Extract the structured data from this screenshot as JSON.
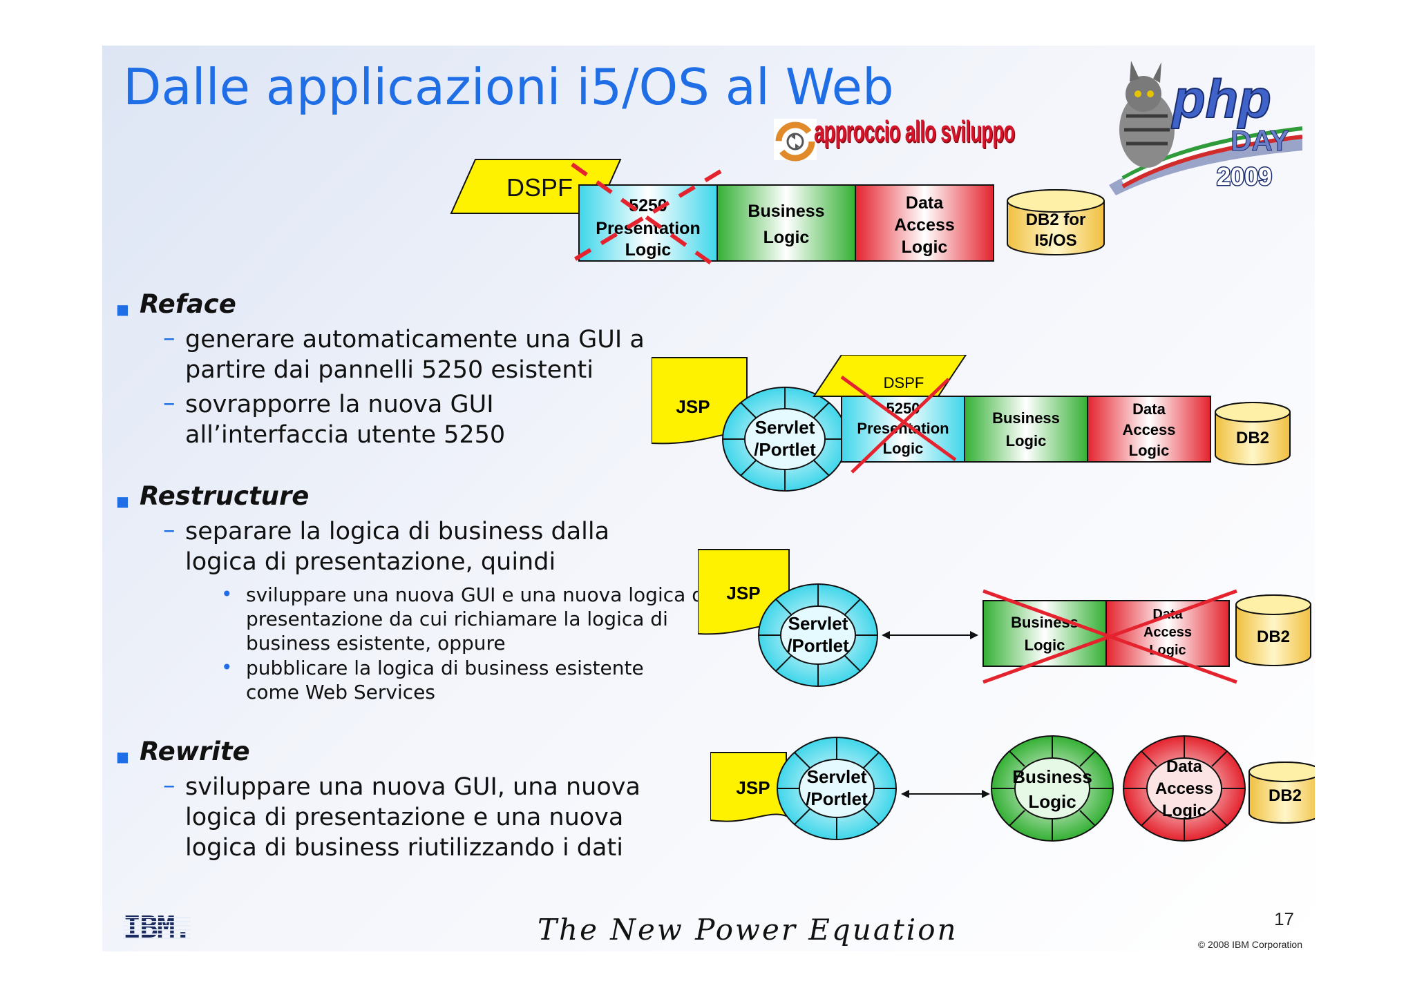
{
  "title": "Dalle applicazioni i5/OS al Web",
  "tag": "approccio allo sviluppo",
  "logo": {
    "text": "php",
    "subtext": "DAY",
    "year": "2009"
  },
  "colors": {
    "title": "#1f6ee6",
    "cyan": "#3fd6ea",
    "green": "#3cb83c",
    "red": "#e4232e",
    "yellow": "#fff200",
    "db": "#f7d66a"
  },
  "sections": [
    {
      "heading": "Reface",
      "items": [
        "generare automaticamente una GUI a partire dai pannelli 5250 esistenti",
        "sovrapporre la nuova GUI all’interfaccia utente 5250"
      ]
    },
    {
      "heading": "Restructure",
      "items": [
        "separare la logica di business dalla logica di presentazione, quindi"
      ],
      "subitems": [
        "sviluppare una nuova GUI e una nuova logica di presentazione da cui richiamare la logica di business esistente, oppure",
        "pubblicare la logica di business esistente come Web Services"
      ]
    },
    {
      "heading": "Rewrite",
      "items": [
        "sviluppare una nuova GUI, una nuova logica di presentazione e una nuova logica di business riutilizzando i dati"
      ]
    }
  ],
  "diagram_top": {
    "dspf": "DSPF",
    "pres": [
      "5250",
      "Presentation",
      "Logic"
    ],
    "business": [
      "Business",
      "Logic"
    ],
    "data": [
      "Data",
      "Access",
      "Logic"
    ],
    "db": [
      "DB2 for",
      "I5/OS"
    ]
  },
  "diagram_reface": {
    "jsp": "JSP",
    "servlet": [
      "Servlet",
      "/Portlet"
    ],
    "dspf": "DSPF",
    "pres": [
      "5250",
      "Presentation",
      "Logic"
    ],
    "business": [
      "Business",
      "Logic"
    ],
    "data": [
      "Data",
      "Access",
      "Logic"
    ],
    "db": "DB2"
  },
  "diagram_restructure": {
    "jsp": "JSP",
    "servlet": [
      "Servlet",
      "/Portlet"
    ],
    "business": [
      "Business",
      "Logic"
    ],
    "data": [
      "Data",
      "Access",
      "Logic"
    ],
    "db": "DB2"
  },
  "diagram_rewrite": {
    "jsp": "JSP",
    "servlet": [
      "Servlet",
      "/Portlet"
    ],
    "business": [
      "Business",
      "Logic"
    ],
    "data": [
      "Data",
      "Access",
      "Logic"
    ],
    "db": "DB2"
  },
  "footer": {
    "brand": "IBM.",
    "tagline": "The New Power Equation",
    "page": "17",
    "copyright": "© 2008 IBM Corporation"
  }
}
